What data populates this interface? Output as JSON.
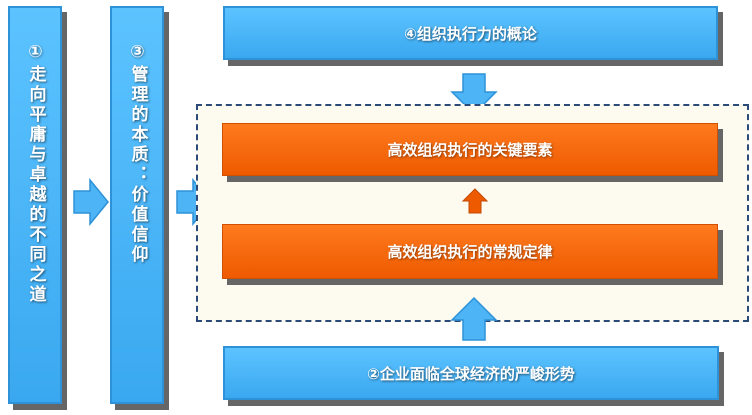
{
  "left_box": {
    "label": "①走向平庸与卓越的不同之道"
  },
  "middle_box": {
    "label": "③管理的本质：价值信仰"
  },
  "top_box": {
    "label": "④组织执行力的概论"
  },
  "bottom_box": {
    "label": "②企业面临全球经济的严峻形势"
  },
  "orange_top": {
    "label": "高效组织执行的关键要素"
  },
  "orange_bottom": {
    "label": "高效组织执行的常规定律"
  },
  "colors": {
    "blue_box": "#3aa8f0",
    "orange_box": "#ee5a00",
    "dashed_border": "#2b4a78",
    "arrow_blue": "#4db4f5",
    "arrow_orange": "#ee5a00"
  }
}
